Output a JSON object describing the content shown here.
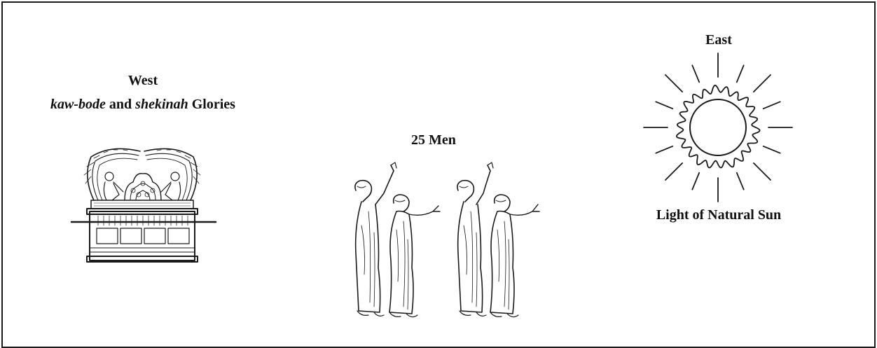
{
  "west": {
    "title": "West",
    "subtitle_part1": "kaw-bode",
    "subtitle_part2": " and ",
    "subtitle_part3": "shekinah",
    "subtitle_part4": " Glories",
    "illustration_icon": "ark-of-covenant-icon"
  },
  "center": {
    "title": "25 Men",
    "illustration_icon": "worshipping-men-icon"
  },
  "east": {
    "title": "East",
    "subtitle": "Light of Natural Sun",
    "illustration_icon": "sun-icon"
  },
  "colors": {
    "ink": "#1a1a1a",
    "background": "#ffffff",
    "border": "#1a1a1a"
  }
}
